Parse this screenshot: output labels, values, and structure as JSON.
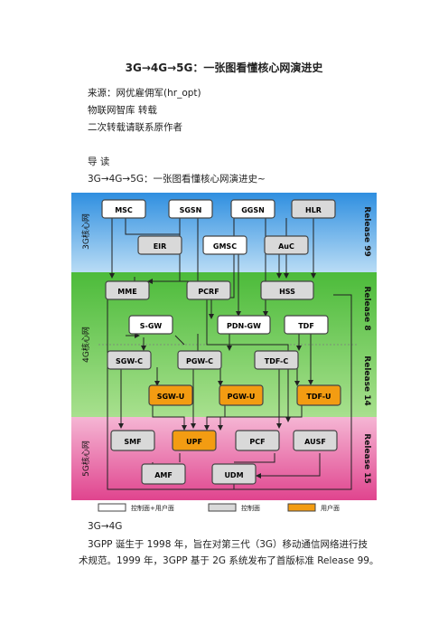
{
  "title": "3G→4G→5G：一张图看懂核心网演进史",
  "meta": {
    "source": "来源：网优雇佣军(hr_opt)",
    "repost": "物联网智库 转载",
    "notice": "二次转载请联系原作者"
  },
  "intro": {
    "heading": "导 读",
    "summary": "3G→4G→5G：一张图看懂核心网演进史~"
  },
  "diagram": {
    "bands": {
      "g3": {
        "label": "3G核心网",
        "release": "Release 99"
      },
      "g4": {
        "label": "4G核心网",
        "release_top": "Release 8",
        "release_bottom": "Release 14"
      },
      "g5": {
        "label": "5G核心网",
        "release": "Release 15"
      }
    },
    "nodes": {
      "msc": "MSC",
      "sgsn": "SGSN",
      "ggsn": "GGSN",
      "hlr": "HLR",
      "eir": "EIR",
      "gmsc": "GMSC",
      "auc": "AuC",
      "mme": "MME",
      "pcrf": "PCRF",
      "hss": "HSS",
      "sgw": "S-GW",
      "pdngw": "PDN-GW",
      "tdf": "TDF",
      "sgwc": "SGW-C",
      "pgwc": "PGW-C",
      "tdfc": "TDF-C",
      "sgwu": "SGW-U",
      "pgwu": "PGW-U",
      "tdfu": "TDF-U",
      "smf": "SMF",
      "upf": "UPF",
      "pcf": "PCF",
      "ausf": "AUSF",
      "amf": "AMF",
      "udm": "UDM"
    },
    "legend": {
      "both": "控制面+用户面",
      "control": "控制面",
      "user": "用户面"
    },
    "colors": {
      "band3g": "#3d9ce0",
      "band4g": "#5cc24a",
      "band5g": "#e8589a",
      "control_fill": "#d9d9d9",
      "user_fill": "#f39c12",
      "both_fill": "#ffffff"
    }
  },
  "body": {
    "subheading": "3G→4G",
    "paragraph_line1": "3GPP 诞生于 1998 年，旨在对第三代（3G）移动通信网络进行技",
    "paragraph_line2": "术规范。1999 年，3GPP 基于 2G 系统发布了首版标准 Release 99。"
  }
}
